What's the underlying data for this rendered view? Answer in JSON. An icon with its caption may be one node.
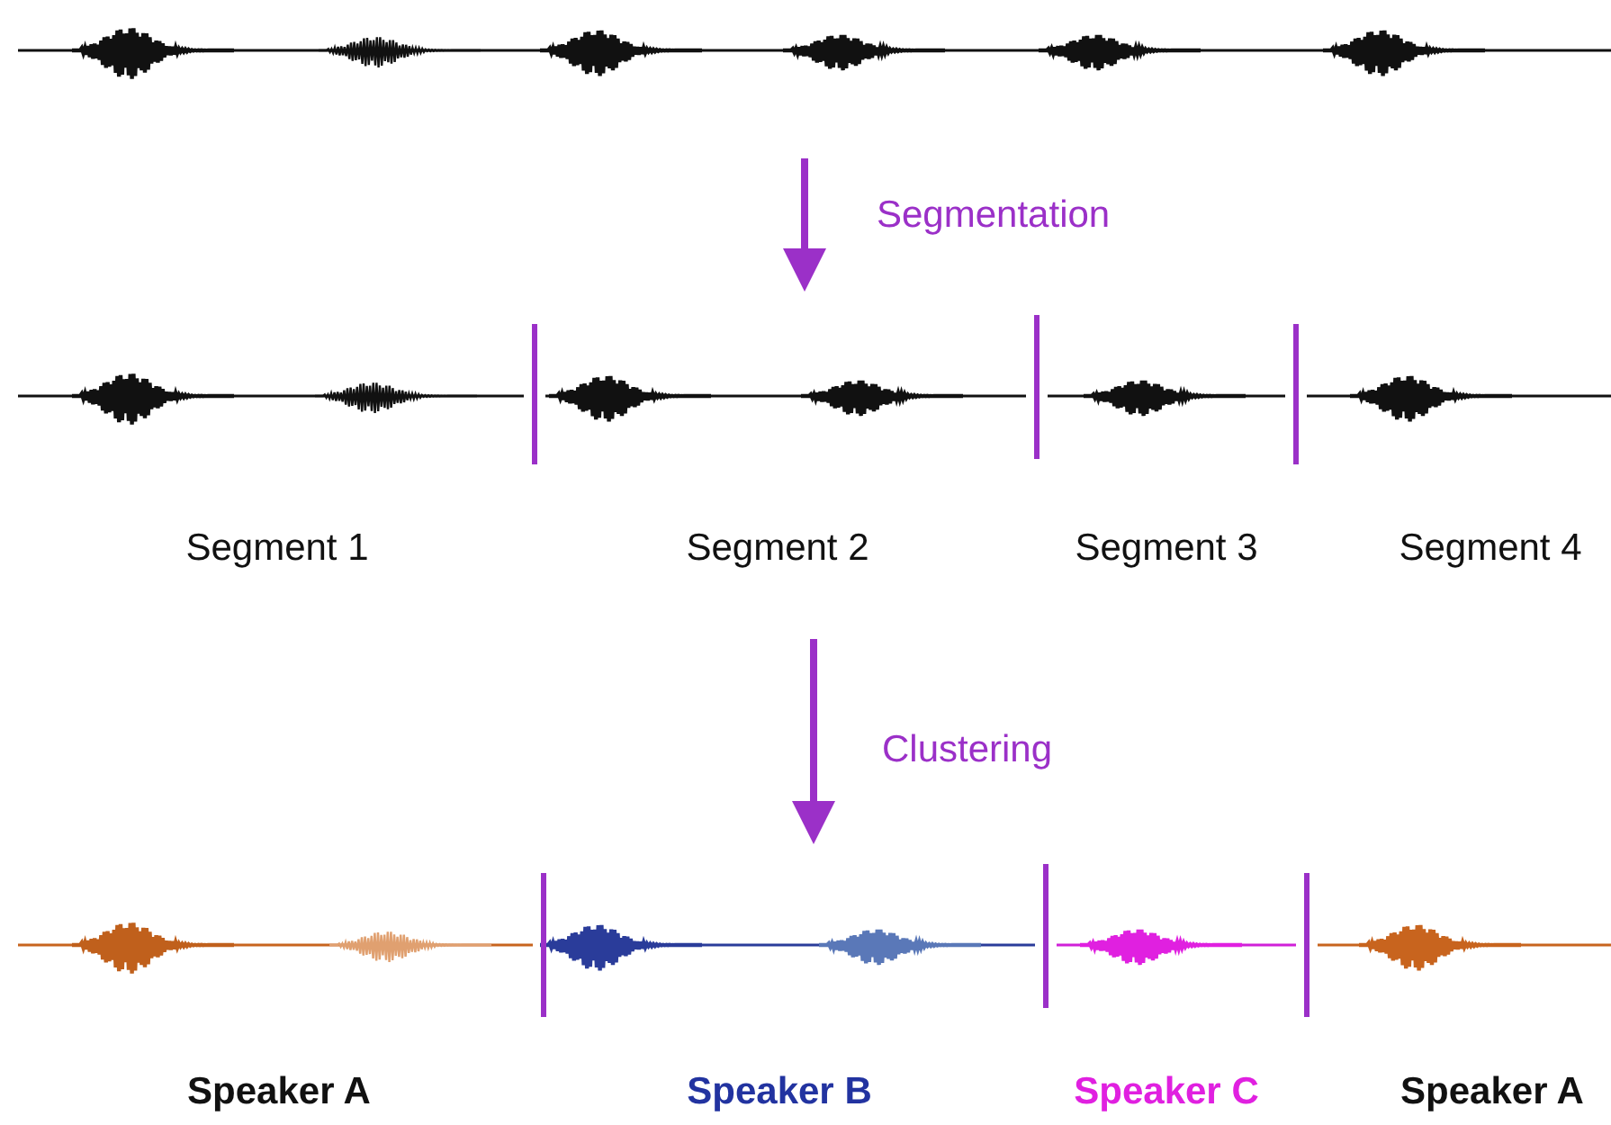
{
  "diagram": {
    "nodes": [
      {
        "text": [],
        "shape": "picture"
      },
      {
        "text": [
          "Segment 1",
          "Segment 2",
          "Segment 3",
          "Segment 4"
        ]
      },
      {
        "text": [
          "Speaker A",
          "Speaker B",
          "Speaker C",
          "Speaker A"
        ]
      }
    ],
    "edges": [
      {
        "from": 0,
        "to": 1,
        "arrow": "to",
        "label": "Segmentation"
      },
      {
        "from": 1,
        "to": 2,
        "arrow": "to",
        "label": "Clustering"
      }
    ]
  }
}
